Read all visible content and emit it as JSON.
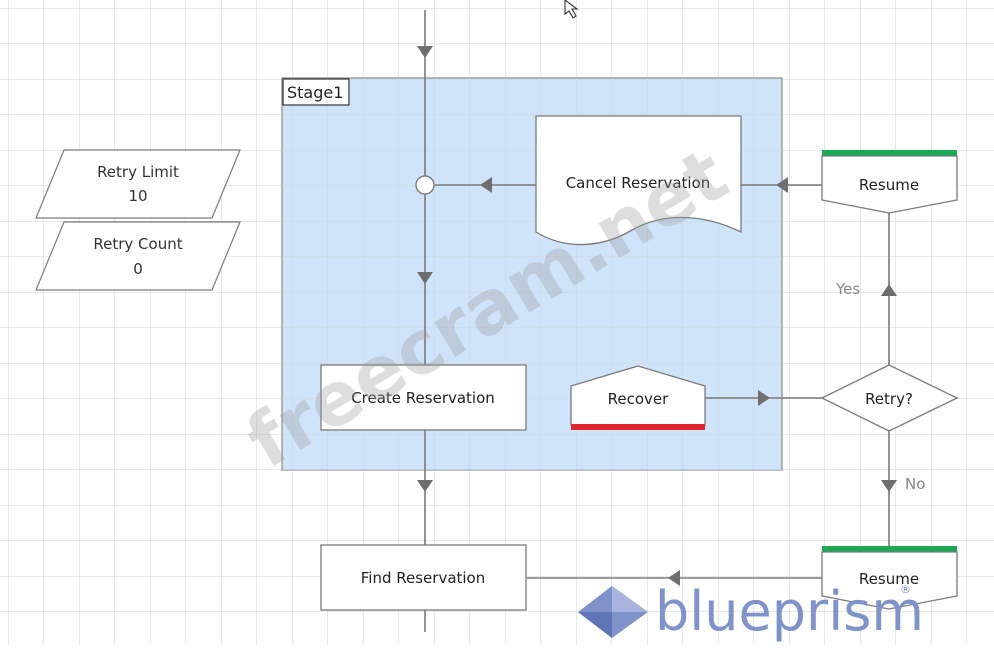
{
  "diagram": {
    "stage": {
      "label": "Stage1"
    },
    "data_items": [
      {
        "name": "Retry Limit",
        "value": "10"
      },
      {
        "name": "Retry Count",
        "value": "0"
      }
    ],
    "stages": {
      "cancel_reservation": "Cancel Reservation",
      "create_reservation": "Create Reservation",
      "find_reservation": "Find Reservation",
      "recover": "Recover",
      "resume_top": "Resume",
      "resume_bottom": "Resume",
      "decision": "Retry?"
    },
    "edge_labels": {
      "yes": "Yes",
      "no": "No"
    }
  },
  "watermark": "freecram.net",
  "branding": {
    "logo_text": "blueprism",
    "registered_mark": "®"
  },
  "colors": {
    "grid": "#cfd3d9",
    "block_fill": "#cfe4fb",
    "block_border": "#8a8a8a",
    "resume_bar": "#1aaa55",
    "recover_bar": "#e0262f",
    "link": "#7a7a7a",
    "logo": "#7f92c9"
  }
}
